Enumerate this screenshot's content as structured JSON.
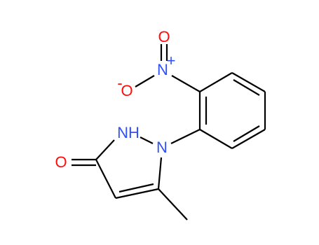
{
  "atoms": {
    "nitro_o_top": {
      "text": "O",
      "color": "#ff0d0d"
    },
    "nitro_n": {
      "text": "N",
      "color": "#3050f8"
    },
    "nitro_n_charge": {
      "text": "+",
      "color": "#3050f8"
    },
    "nitro_o_left": {
      "text": "O",
      "color": "#ff0d0d"
    },
    "nitro_o_left_charge": {
      "text": "-",
      "color": "#ff0d0d"
    },
    "ring_nh": {
      "text": "NH",
      "color": "#3050f8"
    },
    "ring_n": {
      "text": "N",
      "color": "#3050f8"
    },
    "carbonyl_o": {
      "text": "O",
      "color": "#ff0d0d"
    }
  },
  "colors": {
    "bond": "#000000",
    "oxygen": "#ff0d0d",
    "nitrogen": "#3050f8"
  }
}
